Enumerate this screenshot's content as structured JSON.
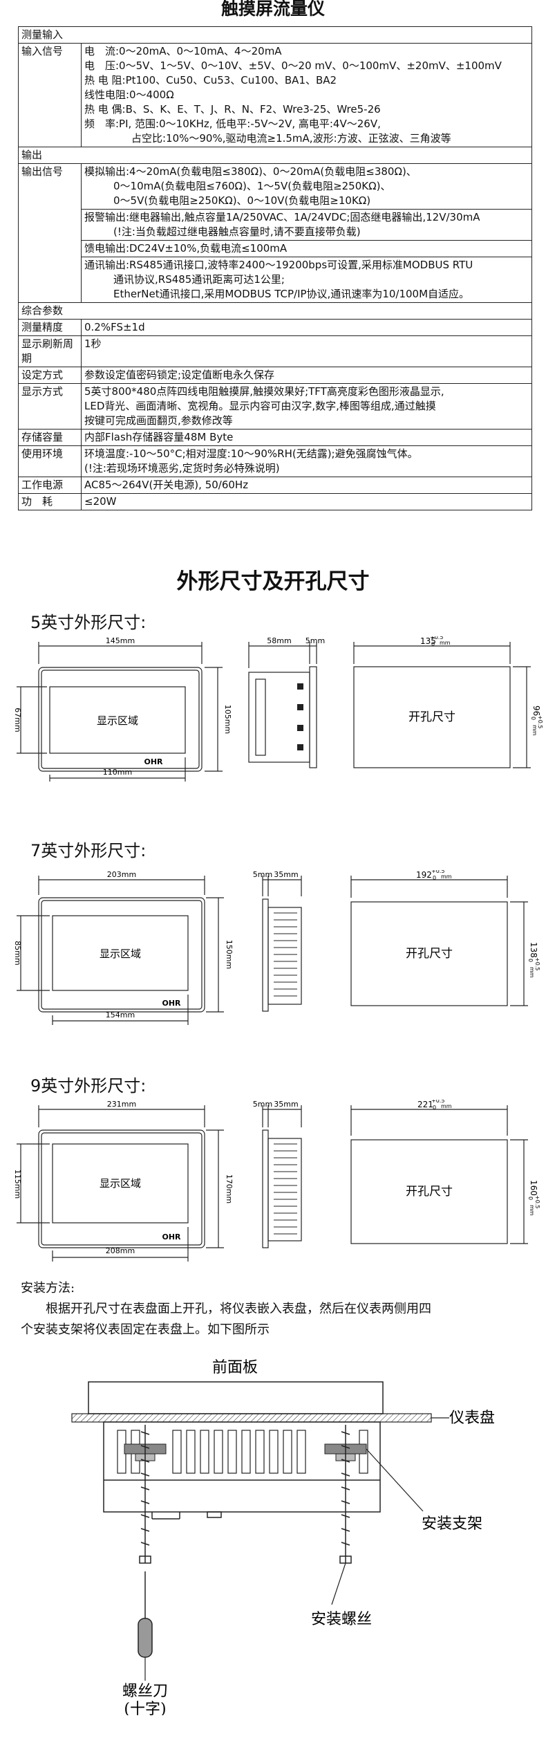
{
  "title": "触摸屏流量仪",
  "spec_table": {
    "measure_input": "测量输入",
    "input_signal_label": "输入信号",
    "input_lines": [
      "电　流:0～20mA、0～10mA、4～20mA",
      "电　压:0～5V、1～5V、0～10V、±5V、0～20 mV、0～100mV、±20mV、±100mV",
      "热 电 阻:Pt100、Cu50、Cu53、Cu100、BA1、BA2",
      "线性电阻:0～400Ω",
      "热 电 偶:B、S、K、E、T、J、R、N、F2、Wre3-25、Wre5-26",
      "频　率:PI, 范围:0～10KHz, 低电平:-5V～2V, 高电平:4V～26V,",
      "占空比:10%～90%,驱动电流≥1.5mA,波形:方波、正弦波、三角波等"
    ],
    "output_header": "输出",
    "output_signal_label": "输出信号",
    "analog_lines": [
      "模拟输出:4～20mA(负载电阻≤380Ω)、0～20mA(负载电阻≤380Ω)、",
      "0～10mA(负载电阻≤760Ω)、1～5V(负载电阻≥250KΩ)、",
      "0～5V(负载电阻≥250KΩ)、0～10V(负载电阻≥10KΩ)"
    ],
    "alarm_lines": [
      "报警输出:继电器输出,触点容量1A/250VAC、1A/24VDC;固态继电器输出,12V/30mA",
      "(!注:当负载超过继电器触点容量时,请不要直接带负载)"
    ],
    "feed_line": "馈电输出:DC24V±10%,负载电流≤100mA",
    "comm_lines": [
      "通讯输出:RS485通讯接口,波特率2400～19200bps可设置,采用标准MODBUS RTU",
      "通讯协议,RS485通讯距离可达1公里;",
      "EtherNet通讯接口,采用MODBUS TCP/IP协议,通讯速率为10/100M自适应。"
    ],
    "general_header": "综合参数",
    "rows": [
      {
        "label": "测量精度",
        "value": "0.2%FS±1d"
      },
      {
        "label": "显示刷新周期",
        "value": "1秒"
      },
      {
        "label": "设定方式",
        "value": "参数设定值密码锁定;设定值断电永久保存"
      }
    ],
    "display_label": "显示方式",
    "display_lines": [
      "5英寸800*480点阵四线电阻触摸屏,触摸效果好;TFT高亮度彩色图形液晶显示,",
      "LED背光、画面清晰、宽视角。显示内容可由汉字,数字,棒图等组成,通过触摸",
      "按键可完成画面翻页,参数修改等"
    ],
    "storage_label": "存储容量",
    "storage_value": "内部Flash存储器容量48M Byte",
    "env_label": "使用环境",
    "env_lines": [
      "环境温度:-10～50°C;相对湿度:10～90%RH(无结露);避免强腐蚀气体。",
      "(!注:若现场环境恶劣,定货时务必特殊说明)"
    ],
    "power_label": "工作电源",
    "power_value": "AC85～264V(开关电源), 50/60Hz",
    "consumption_label": "功　耗",
    "consumption_value": "≤20W"
  },
  "dimensions_title": "外形尺寸及开孔尺寸",
  "models": [
    {
      "heading": "5英寸外形尺寸:",
      "width": "145mm",
      "height": "105mm",
      "view_w": "110mm",
      "view_h": "67mm",
      "depth": "58mm",
      "bezel": "5mm",
      "cut_w": "135",
      "cut_h": "96",
      "tol": "+0.5",
      "tol0": "0",
      "unit": "mm",
      "display_area": "显示区域",
      "brand": "OHR",
      "cutout": "开孔尺寸"
    },
    {
      "heading": "7英寸外形尺寸:",
      "width": "203mm",
      "height": "150mm",
      "view_w": "154mm",
      "view_h": "85mm",
      "depth": "35mm",
      "bezel": "5mm",
      "cut_w": "192",
      "cut_h": "138",
      "tol": "+0.5",
      "tol0": "0",
      "unit": "mm",
      "display_area": "显示区域",
      "brand": "OHR",
      "cutout": "开孔尺寸"
    },
    {
      "heading": "9英寸外形尺寸:",
      "width": "231mm",
      "height": "170mm",
      "view_w": "208mm",
      "view_h": "115mm",
      "depth": "35mm",
      "bezel": "5mm",
      "cut_w": "221",
      "cut_h": "160",
      "tol": "+0.5",
      "tol0": "0",
      "unit": "mm",
      "display_area": "显示区域",
      "brand": "OHR",
      "cutout": "开孔尺寸"
    }
  ],
  "install": {
    "title": "安装方法:",
    "text1": "根据开孔尺寸在表盘面上开孔，将仪表嵌入表盘，然后在仪表两侧用四",
    "text2": "个安装支架将仪表固定在表盘上。如下图所示",
    "front_panel": "前面板",
    "panel": "仪表盘",
    "bracket": "安装支架",
    "screw": "安装螺丝",
    "driver1": "螺丝刀",
    "driver2": "(十字)"
  }
}
